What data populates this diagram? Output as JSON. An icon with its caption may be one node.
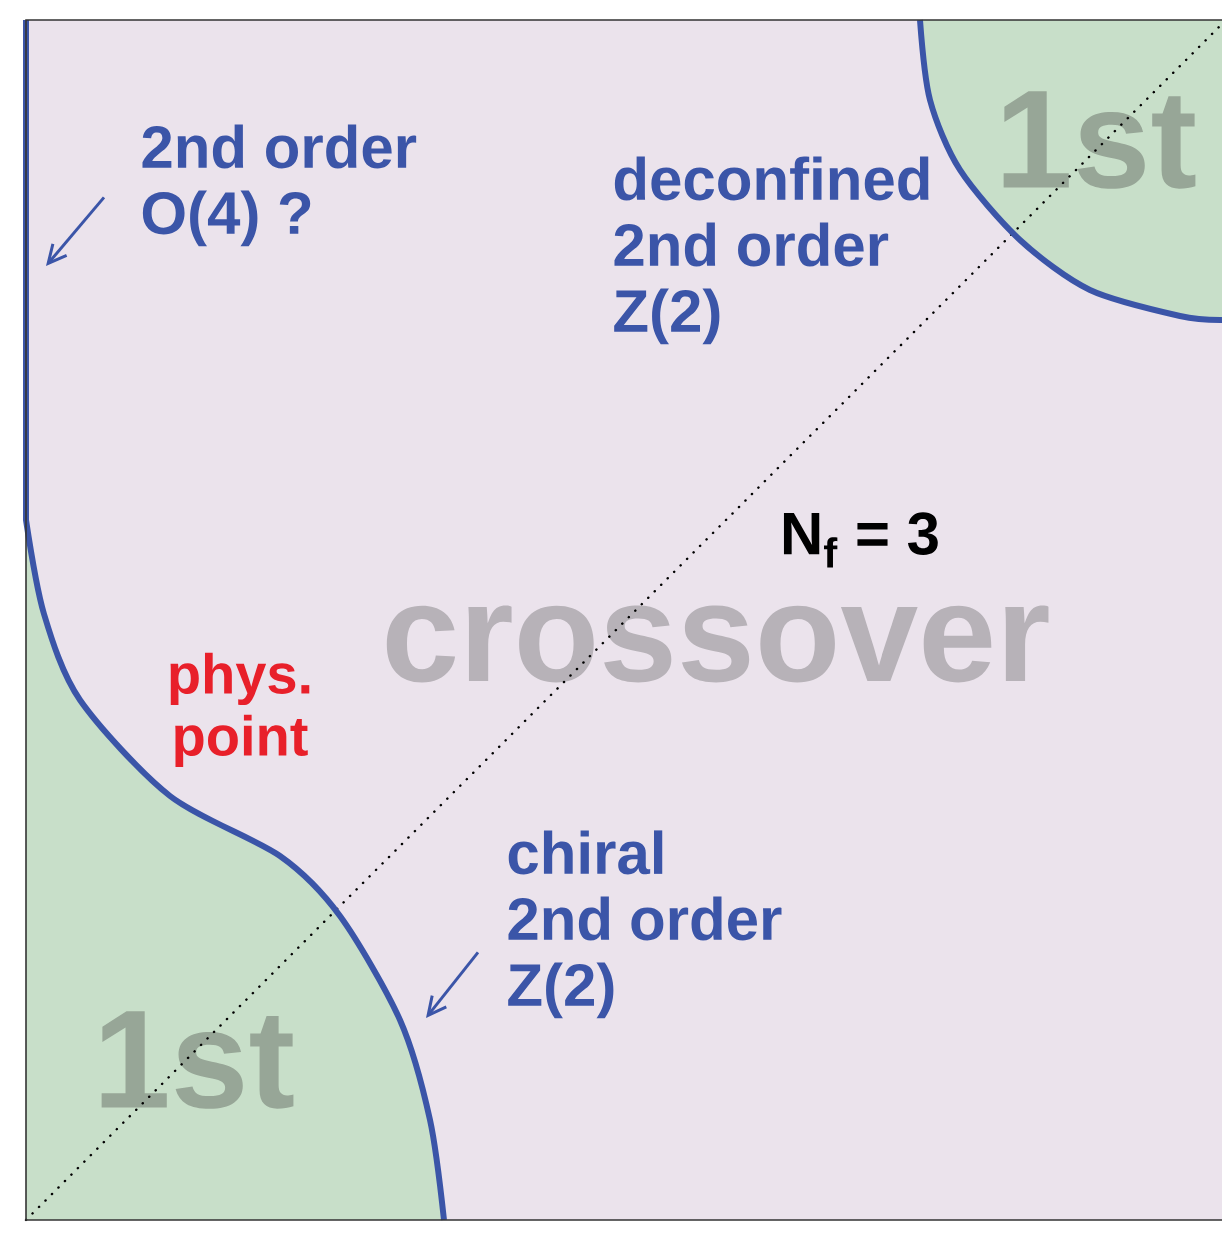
{
  "diagram": {
    "nodes": [
      {
        "text": [
          "crossover"
        ]
      },
      {
        "text": [
          "1st"
        ],
        "in": 0
      },
      {
        "text": [
          "1st"
        ],
        "in": 0
      },
      {
        "text": [
          "2nd order O(4) ?"
        ],
        "in": 0
      },
      {
        "text": [
          "chiral 2nd order Z(2)"
        ],
        "in": 0
      }
    ],
    "edges": [
      {
        "from": 3,
        "to": null,
        "arrow": "to"
      },
      {
        "from": 4,
        "to": null,
        "arrow": "to"
      }
    ],
    "labels": [
      "deconfined 2nd order Z(2)",
      "N$_{f}$ = 3",
      "phys. point"
    ]
  }
}
